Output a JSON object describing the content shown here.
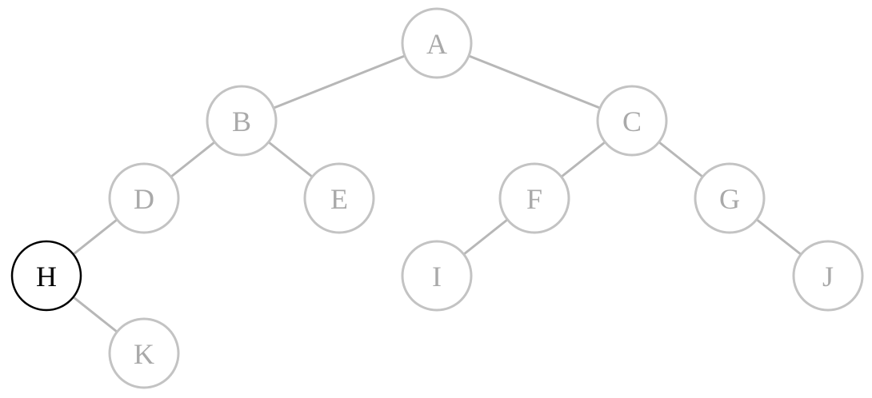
{
  "tree": {
    "nodes": [
      {
        "id": "A",
        "label": "A",
        "highlighted": false
      },
      {
        "id": "B",
        "label": "B",
        "highlighted": false
      },
      {
        "id": "C",
        "label": "C",
        "highlighted": false
      },
      {
        "id": "D",
        "label": "D",
        "highlighted": false
      },
      {
        "id": "E",
        "label": "E",
        "highlighted": false
      },
      {
        "id": "F",
        "label": "F",
        "highlighted": false
      },
      {
        "id": "G",
        "label": "G",
        "highlighted": false
      },
      {
        "id": "H",
        "label": "H",
        "highlighted": true
      },
      {
        "id": "I",
        "label": "I",
        "highlighted": false
      },
      {
        "id": "J",
        "label": "J",
        "highlighted": false
      },
      {
        "id": "K",
        "label": "K",
        "highlighted": false
      }
    ],
    "edges": [
      {
        "from": "A",
        "to": "B"
      },
      {
        "from": "A",
        "to": "C"
      },
      {
        "from": "B",
        "to": "D"
      },
      {
        "from": "B",
        "to": "E"
      },
      {
        "from": "C",
        "to": "F"
      },
      {
        "from": "C",
        "to": "G"
      },
      {
        "from": "D",
        "to": "H"
      },
      {
        "from": "F",
        "to": "I"
      },
      {
        "from": "G",
        "to": "J"
      },
      {
        "from": "H",
        "to": "K"
      }
    ],
    "colors": {
      "node_stroke": "#c3c3c3",
      "edge_stroke": "#b7b7b7",
      "label": "#a9a9a9",
      "highlight": "#000000"
    }
  }
}
